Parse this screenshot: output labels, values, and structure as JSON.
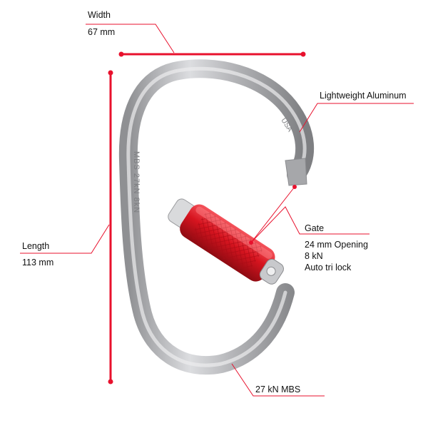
{
  "width": {
    "label": "Width",
    "value": "67 mm"
  },
  "length": {
    "label": "Length",
    "value": "113 mm"
  },
  "material": {
    "label": "Lightweight Aluminum"
  },
  "gate": {
    "label": "Gate",
    "specs": [
      "24 mm Opening",
      "8 kN",
      "Auto tri lock"
    ]
  },
  "strength": {
    "label": "27 kN MBS"
  },
  "engraving": {
    "spine": "MBS 27kN 8kN",
    "nose": "USA"
  },
  "colors": {
    "accent": "#e8112d",
    "frame": "#b7b8ba",
    "gate": "#d8212b"
  }
}
